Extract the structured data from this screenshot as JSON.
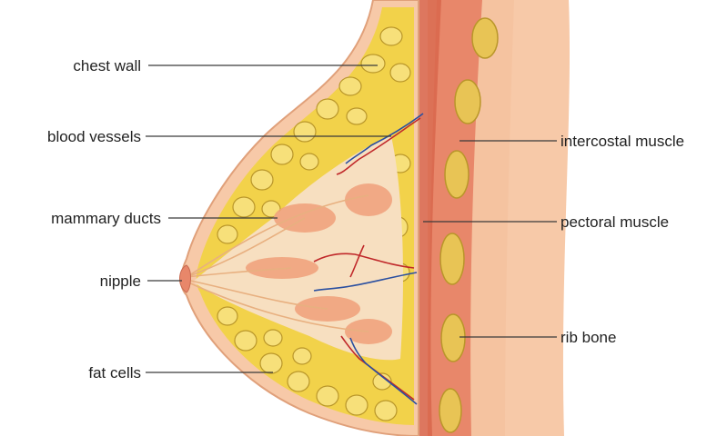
{
  "labels": {
    "chest_wall": "chest wall",
    "blood_vessels": "blood vessels",
    "mammary_ducts": "mammary ducts",
    "nipple": "nipple",
    "fat_cells": "fat cells",
    "intercostal_muscle": "intercostal muscle",
    "pectoral_muscle": "pectoral muscle",
    "rib_bone": "rib bone"
  },
  "colors": {
    "skin": "#f7c9a8",
    "skin_outline": "#e0a07a",
    "fat": "#f2d24a",
    "fat_outline": "#b9962a",
    "tissue": "#f7dfc0",
    "gland": "#f0a07a",
    "muscle": "#d9684e",
    "rib": "#e8c455",
    "vessel_red": "#c0282a",
    "vessel_blue": "#2a4fa0"
  }
}
